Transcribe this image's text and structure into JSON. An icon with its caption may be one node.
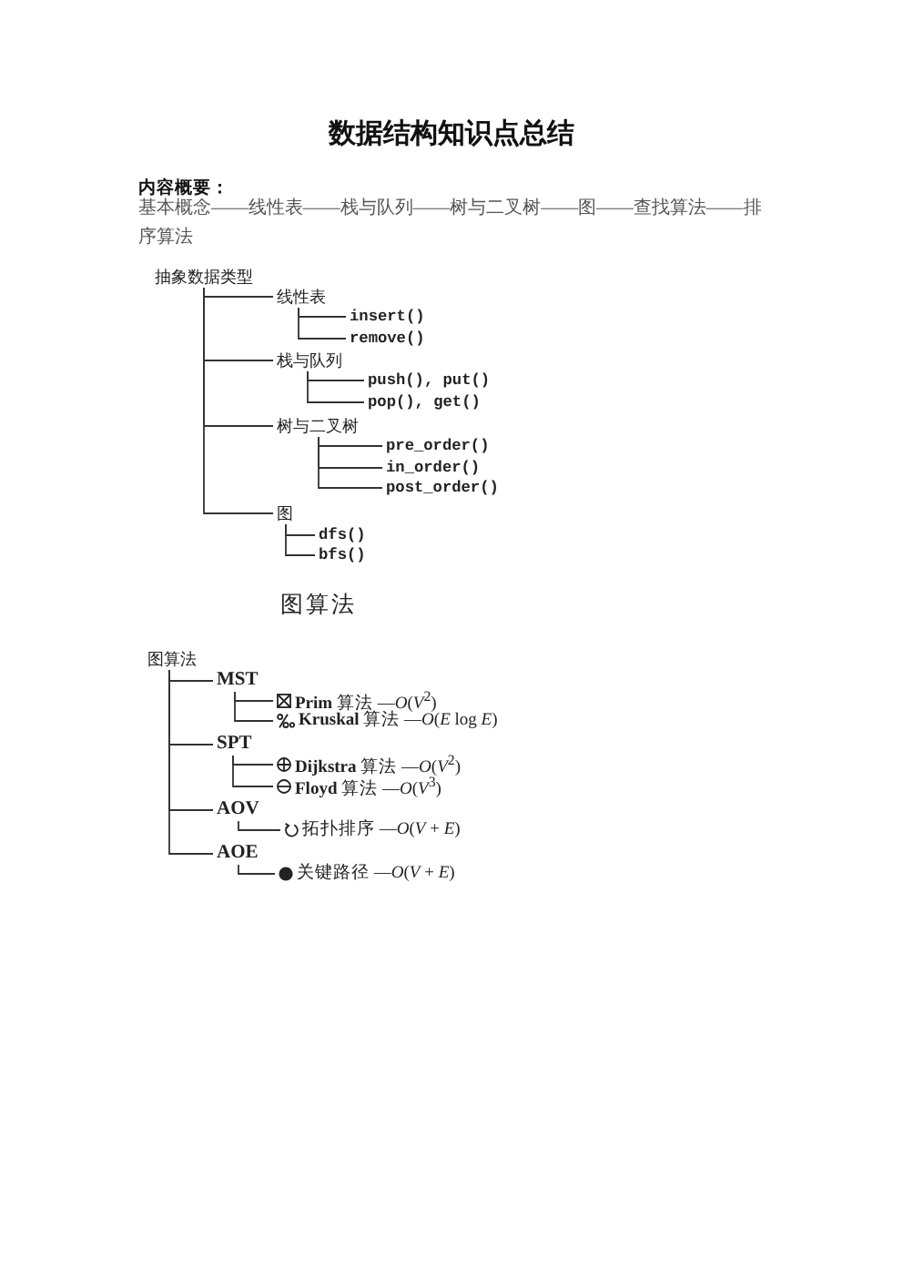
{
  "diagram": {
    "title": "数据结构知识点总结",
    "nodes": [
      {
        "text": [
          "抽象数据类型"
        ]
      },
      {
        "text": [
          "线性表"
        ]
      },
      {
        "text": [
          "insert()"
        ]
      },
      {
        "text": [
          "remove()"
        ]
      },
      {
        "text": [
          "栈与队列"
        ]
      },
      {
        "text": [
          "push(), put()"
        ]
      },
      {
        "text": [
          "pop(), get()"
        ]
      },
      {
        "text": [
          "树与二叉树"
        ]
      },
      {
        "text": [
          "pre_order()"
        ]
      },
      {
        "text": [
          "in_order()"
        ]
      },
      {
        "text": [
          "post_order()"
        ]
      },
      {
        "text": [
          "图"
        ]
      },
      {
        "text": [
          "dfs()"
        ]
      },
      {
        "text": [
          "bfs()"
        ]
      },
      {
        "text": [
          "图算法"
        ]
      },
      {
        "text": [
          "MST"
        ]
      },
      {
        "text": [
          "**Prim** 算法 —*O*(*V*$^{2}$)"
        ]
      },
      {
        "text": [
          "**Kruskal** 算法 —*O*(*E* log *E*)"
        ]
      },
      {
        "text": [
          "SPT"
        ]
      },
      {
        "text": [
          "**Dijkstra** 算法 —*O*(*V*$^{2}$)"
        ]
      },
      {
        "text": [
          "**Floyd** 算法 —*O*(*V*$^{3}$)"
        ]
      },
      {
        "text": [
          "AOV"
        ]
      },
      {
        "text": [
          "拓扑排序 —*O*(*V* + *E*)"
        ]
      },
      {
        "text": [
          "AOE"
        ]
      },
      {
        "text": [
          "关键路径 —*O*(*V* + *E*)"
        ]
      }
    ],
    "edges": [
      {
        "from": 0,
        "to": 1,
        "arrow": "none"
      },
      {
        "from": 1,
        "to": 2,
        "arrow": "none"
      },
      {
        "from": 1,
        "to": 3,
        "arrow": "none"
      },
      {
        "from": 0,
        "to": 4,
        "arrow": "none"
      },
      {
        "from": 4,
        "to": 5,
        "arrow": "none"
      },
      {
        "from": 4,
        "to": 6,
        "arrow": "none"
      },
      {
        "from": 0,
        "to": 7,
        "arrow": "none"
      },
      {
        "from": 7,
        "to": 8,
        "arrow": "none"
      },
      {
        "from": 7,
        "to": 9,
        "arrow": "none"
      },
      {
        "from": 7,
        "to": 10,
        "arrow": "none"
      },
      {
        "from": 0,
        "to": 11,
        "arrow": "none"
      },
      {
        "from": 11,
        "to": 12,
        "arrow": "none"
      },
      {
        "from": 11,
        "to": 13,
        "arrow": "none"
      },
      {
        "from": 14,
        "to": 15,
        "arrow": "none"
      },
      {
        "from": 15,
        "to": 16,
        "arrow": "none"
      },
      {
        "from": 15,
        "to": 17,
        "arrow": "none"
      },
      {
        "from": 14,
        "to": 18,
        "arrow": "none"
      },
      {
        "from": 18,
        "to": 19,
        "arrow": "none"
      },
      {
        "from": 18,
        "to": 20,
        "arrow": "none"
      },
      {
        "from": 14,
        "to": 21,
        "arrow": "none"
      },
      {
        "from": 21,
        "to": 22,
        "arrow": "none"
      },
      {
        "from": 14,
        "to": 23,
        "arrow": "none"
      },
      {
        "from": 23,
        "to": 24,
        "arrow": "none"
      }
    ],
    "labels": [
      "内容概要：",
      "基本概念——线性表——栈与队列——树与二叉树——图——查找算法——排序算法",
      "图算法"
    ]
  }
}
